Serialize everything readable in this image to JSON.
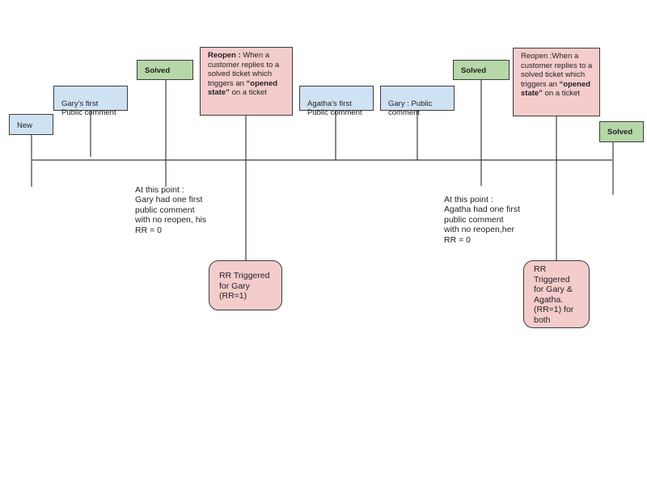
{
  "timeline": {
    "new_label": "New",
    "gary_first_comment": "Gary’s first\nPublic comment",
    "solved_1": "Solved",
    "reopen_1": {
      "bold": "Reopen :",
      "text_a": " When a customer replies to a solved ticket which triggers an ",
      "bold_b": "“opened state”",
      "text_c": " on a ticket"
    },
    "agatha_first_comment": "Agatha’s  first\nPublic comment",
    "gary_public_comment": "Gary : Public\ncomment",
    "solved_2": "Solved",
    "reopen_2": {
      "text_a": "Reopen :When a customer replies to a solved ticket which triggers an ",
      "bold_b": "“opened state”",
      "text_c": " on a ticket"
    },
    "solved_3": "Solved"
  },
  "notes": {
    "gary_note": "At this point :\nGary had one first\npublic comment\nwith no reopen, his\nRR = 0",
    "agatha_note": "At this point :\nAgatha had one first\npublic comment\nwith no reopen,her\nRR = 0"
  },
  "rr_boxes": {
    "rr_gary": "RR Triggered\nfor Gary\n(RR=1)",
    "rr_both": "RR\nTriggered\nfor Gary &\nAgatha.\n(RR=1) for\nboth"
  },
  "colors": {
    "blue": "#cfe2f3",
    "green": "#b6d7a8",
    "pink": "#f4cccc",
    "line": "#3c3c3c"
  }
}
